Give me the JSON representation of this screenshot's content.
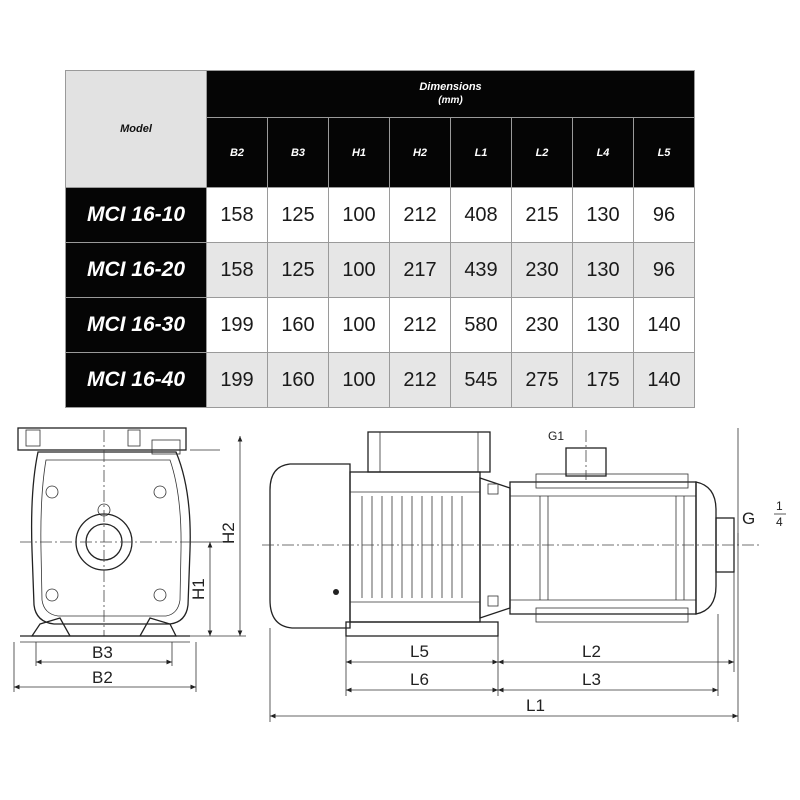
{
  "table": {
    "model_header": "Model",
    "dimensions_header": "Dimensions",
    "dimensions_unit": "(mm)",
    "columns": [
      "B2",
      "B3",
      "H1",
      "H2",
      "L1",
      "L2",
      "L4",
      "L5"
    ],
    "rows": [
      {
        "model": "MCI 16-10",
        "values": [
          "158",
          "125",
          "100",
          "212",
          "408",
          "215",
          "130",
          "96"
        ]
      },
      {
        "model": "MCI 16-20",
        "values": [
          "158",
          "125",
          "100",
          "217",
          "439",
          "230",
          "130",
          "96"
        ]
      },
      {
        "model": "MCI 16-30",
        "values": [
          "199",
          "160",
          "100",
          "212",
          "580",
          "230",
          "130",
          "140"
        ]
      },
      {
        "model": "MCI 16-40",
        "values": [
          "199",
          "160",
          "100",
          "212",
          "545",
          "275",
          "175",
          "140"
        ]
      }
    ]
  },
  "drawing": {
    "side_view": {
      "b3": "B3",
      "b2": "B2",
      "h1": "H1",
      "h2": "H2"
    },
    "front_view": {
      "l5": "L5",
      "l2": "L2",
      "l6": "L6",
      "l3": "L3",
      "l1": "L1",
      "g_main": "G",
      "g_num": "1",
      "g_den": "4",
      "g_top": "G1"
    }
  }
}
